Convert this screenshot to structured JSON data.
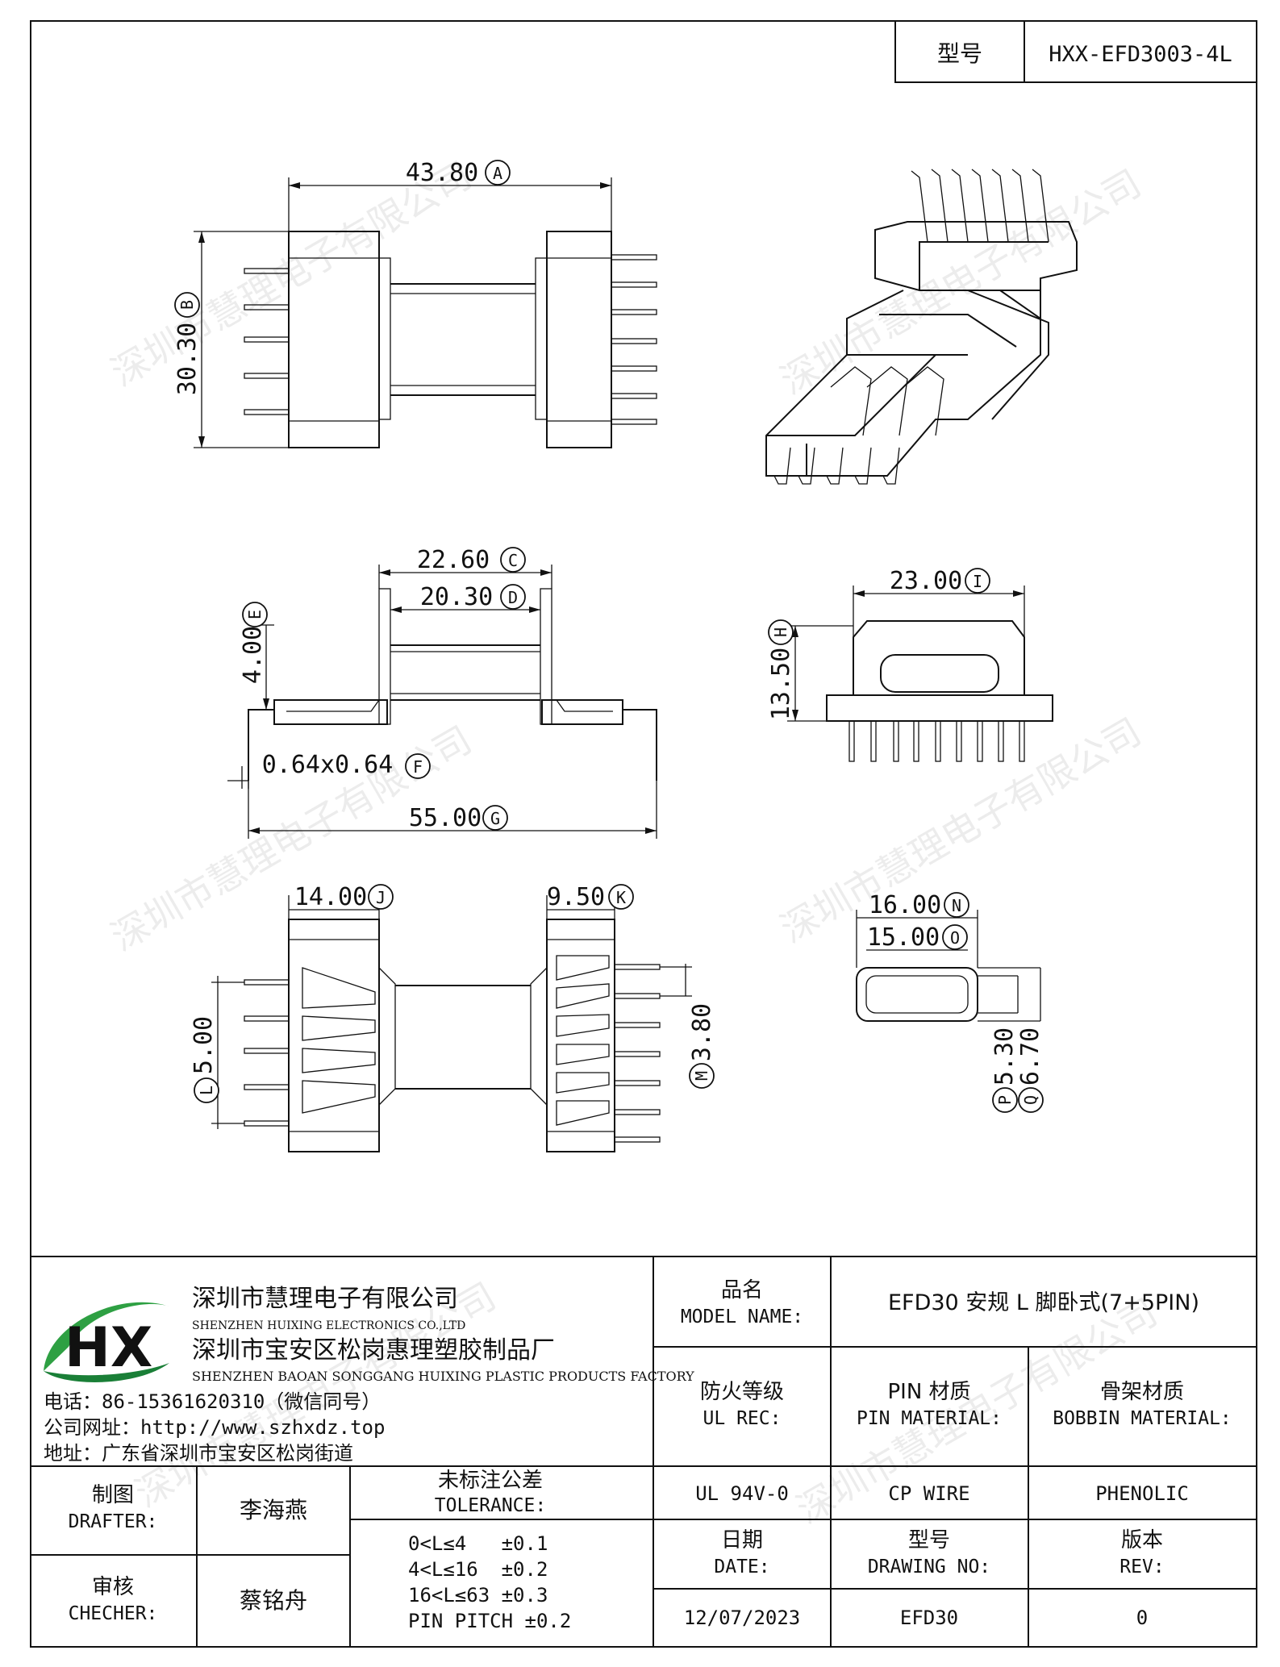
{
  "model_box": {
    "label": "型号",
    "value": "HXX-EFD3003-4L"
  },
  "dimensions": {
    "A": "43.80",
    "B": "30.30",
    "C": "22.60",
    "D": "20.30",
    "E": "4.00",
    "F": "0.64x0.64",
    "G": "55.00",
    "I": "23.00",
    "H": "13.50",
    "J": "14.00",
    "K": "9.50",
    "L": "5.00",
    "M": "3.80",
    "N": "16.00",
    "O": "15.00",
    "P": "5.30",
    "Q": "6.70"
  },
  "dimension_letters": [
    "A",
    "B",
    "C",
    "D",
    "E",
    "F",
    "G",
    "H",
    "I",
    "J",
    "K",
    "L",
    "M",
    "N",
    "O",
    "P",
    "Q"
  ],
  "watermark": "深圳市慧理电子有限公司",
  "company": {
    "logo_letters": "HX",
    "name_cn": "深圳市慧理电子有限公司",
    "name_en": "SHENZHEN HUIXING ELECTRONICS CO.,LTD",
    "factory_cn": "深圳市宝安区松岗惠理塑胶制品厂",
    "factory_en": "SHENZHEN BAOAN SONGGANG HUIXING PLASTIC PRODUCTS FACTORY",
    "phone": "电话：86-15361620310（微信同号）",
    "website": "公司网址：http://www.szhxdz.top",
    "address": "地址：广东省深圳市宝安区松岗街道"
  },
  "title_block": {
    "model_name_label_cn": "品名",
    "model_name_label_en": "MODEL NAME:",
    "model_name_value": "EFD30 安规 L 脚卧式(7+5PIN)",
    "fire_label_cn": "防火等级",
    "fire_label_en": "UL REC:",
    "pin_label_cn": "PIN 材质",
    "pin_label_en": "PIN MATERIAL:",
    "bobbin_label_cn": "骨架材质",
    "bobbin_label_en": "BOBBIN MATERIAL:",
    "fire_value": "UL 94V-0",
    "pin_value": "CP WIRE",
    "bobbin_value": "PHENOLIC",
    "drafter_label_cn": "制图",
    "drafter_label_en": "DRAFTER:",
    "drafter_value": "李海燕",
    "checker_label_cn": "审核",
    "checker_label_en": "CHECHER:",
    "checker_value": "蔡铭舟",
    "tolerance_label_cn": "未标注公差",
    "tolerance_label_en": "TOLERANCE:",
    "tolerance_lines": [
      "0<L≤4   ±0.1",
      "4<L≤16  ±0.2",
      "16<L≤63 ±0.3",
      "PIN PITCH ±0.2"
    ],
    "date_label_cn": "日期",
    "date_label_en": "DATE:",
    "date_value": "12/07/2023",
    "drawing_label_cn": "型号",
    "drawing_label_en": "DRAWING NO:",
    "drawing_value": "EFD30",
    "rev_label_cn": "版本",
    "rev_label_en": "REV:",
    "rev_value": "0"
  }
}
